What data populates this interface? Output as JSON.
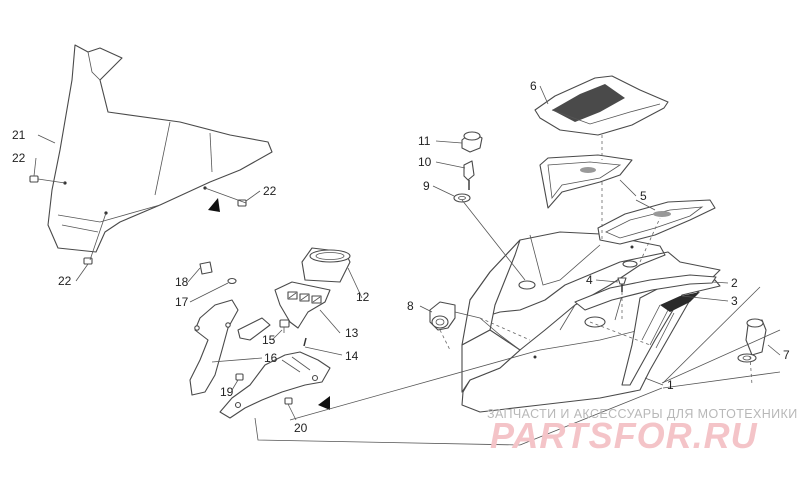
{
  "callouts": {
    "c1": "1",
    "c2": "2",
    "c3": "3",
    "c4": "4",
    "c5": "5",
    "c6": "6",
    "c7": "7",
    "c8": "8",
    "c9": "9",
    "c10": "10",
    "c11": "11",
    "c12": "12",
    "c13": "13",
    "c14": "14",
    "c15": "15",
    "c16": "16",
    "c17": "17",
    "c18": "18",
    "c19": "19",
    "c20": "20",
    "c21": "21",
    "c22a": "22",
    "c22b": "22",
    "c22c": "22"
  },
  "watermark": {
    "tagline": "ЗАПЧАСТИ И АКСЕССУАРЫ ДЛЯ МОТОТЕХНИКИ",
    "brand": "PARTSFOR.RU"
  },
  "colors": {
    "line": "#4a4a4a",
    "watermark_text": "#b8b8b8",
    "watermark_brand": "#f4c4c8"
  }
}
